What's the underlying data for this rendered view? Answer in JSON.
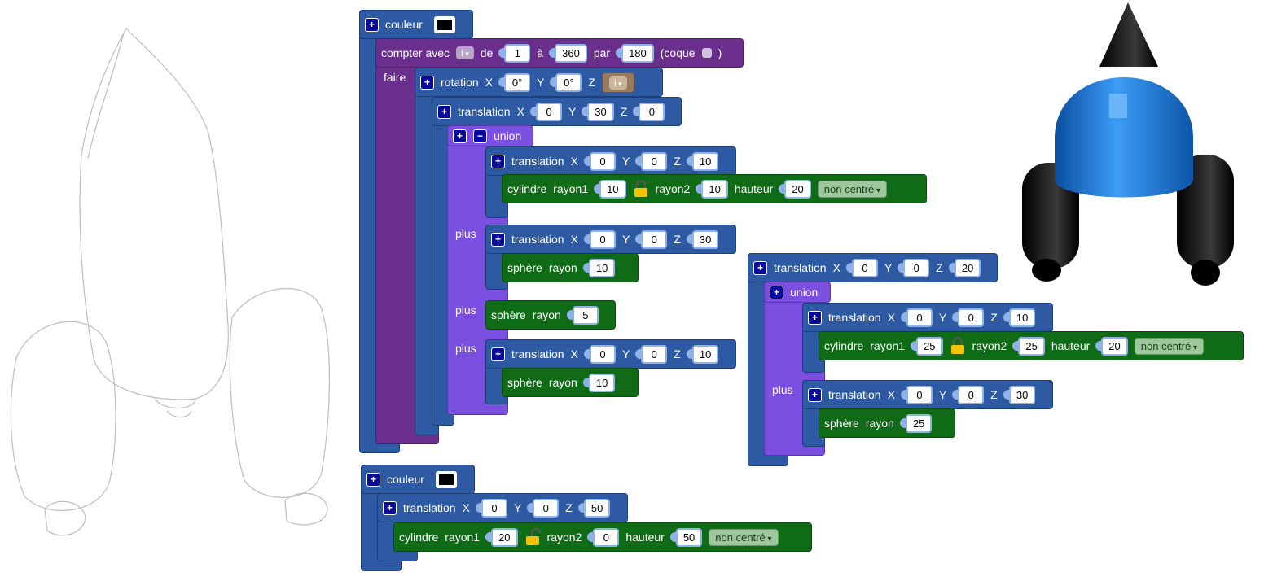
{
  "stack1": {
    "couleur": "couleur",
    "loop": {
      "compter": "compter avec",
      "var": "i",
      "de": "de",
      "from": "1",
      "a": "à",
      "to": "360",
      "par": "par",
      "step": "180",
      "coque_open": "(coque",
      "coque_close": ")",
      "faire": "faire"
    },
    "rotation": {
      "label": "rotation",
      "x_label": "X",
      "x": "0°",
      "y_label": "Y",
      "y": "0°",
      "z_label": "Z",
      "z_var": "i"
    },
    "translation": {
      "label": "translation",
      "x_label": "X",
      "x": "0",
      "y_label": "Y",
      "y": "30",
      "z_label": "Z",
      "z": "0"
    },
    "union_label": "union",
    "plus": "plus",
    "u1_trans": {
      "label": "translation",
      "x_label": "X",
      "x": "0",
      "y_label": "Y",
      "y": "0",
      "z_label": "Z",
      "z": "10"
    },
    "u1_cyl": {
      "label": "cylindre",
      "r1_label": "rayon1",
      "r1": "10",
      "r2_label": "rayon2",
      "r2": "10",
      "h_label": "hauteur",
      "h": "20",
      "mode": "non centré"
    },
    "u2_trans": {
      "label": "translation",
      "x_label": "X",
      "x": "0",
      "y_label": "Y",
      "y": "0",
      "z_label": "Z",
      "z": "30"
    },
    "u2_sph": {
      "label": "sphère",
      "r_label": "rayon",
      "r": "10"
    },
    "u3_sph": {
      "label": "sphère",
      "r_label": "rayon",
      "r": "5"
    },
    "u4_trans": {
      "label": "translation",
      "x_label": "X",
      "x": "0",
      "y_label": "Y",
      "y": "0",
      "z_label": "Z",
      "z": "10"
    },
    "u4_sph": {
      "label": "sphère",
      "r_label": "rayon",
      "r": "10"
    }
  },
  "stack2": {
    "trans": {
      "label": "translation",
      "x_label": "X",
      "x": "0",
      "y_label": "Y",
      "y": "0",
      "z_label": "Z",
      "z": "20"
    },
    "union_label": "union",
    "plus": "plus",
    "t1": {
      "label": "translation",
      "x_label": "X",
      "x": "0",
      "y_label": "Y",
      "y": "0",
      "z_label": "Z",
      "z": "10"
    },
    "cyl": {
      "label": "cylindre",
      "r1_label": "rayon1",
      "r1": "25",
      "r2_label": "rayon2",
      "r2": "25",
      "h_label": "hauteur",
      "h": "20",
      "mode": "non centré"
    },
    "t2": {
      "label": "translation",
      "x_label": "X",
      "x": "0",
      "y_label": "Y",
      "y": "0",
      "z_label": "Z",
      "z": "30"
    },
    "sph": {
      "label": "sphère",
      "r_label": "rayon",
      "r": "25"
    }
  },
  "stack3": {
    "couleur": "couleur",
    "trans": {
      "label": "translation",
      "x_label": "X",
      "x": "0",
      "y_label": "Y",
      "y": "0",
      "z_label": "Z",
      "z": "50"
    },
    "cyl": {
      "label": "cylindre",
      "r1_label": "rayon1",
      "r1": "20",
      "r2_label": "rayon2",
      "r2": "0",
      "h_label": "hauteur",
      "h": "50",
      "mode": "non centré"
    }
  },
  "colors": {
    "blue_block": "#2e5aa3",
    "purple_block": "#6a2e8c",
    "violet_block": "#7b4fe0",
    "green_block": "#0f6b16",
    "render_blue": "#1f7de0"
  },
  "icons": [
    "plus-square-icon",
    "minus-square-icon",
    "lock-closed-icon",
    "lock-open-icon",
    "color-swatch-icon"
  ]
}
